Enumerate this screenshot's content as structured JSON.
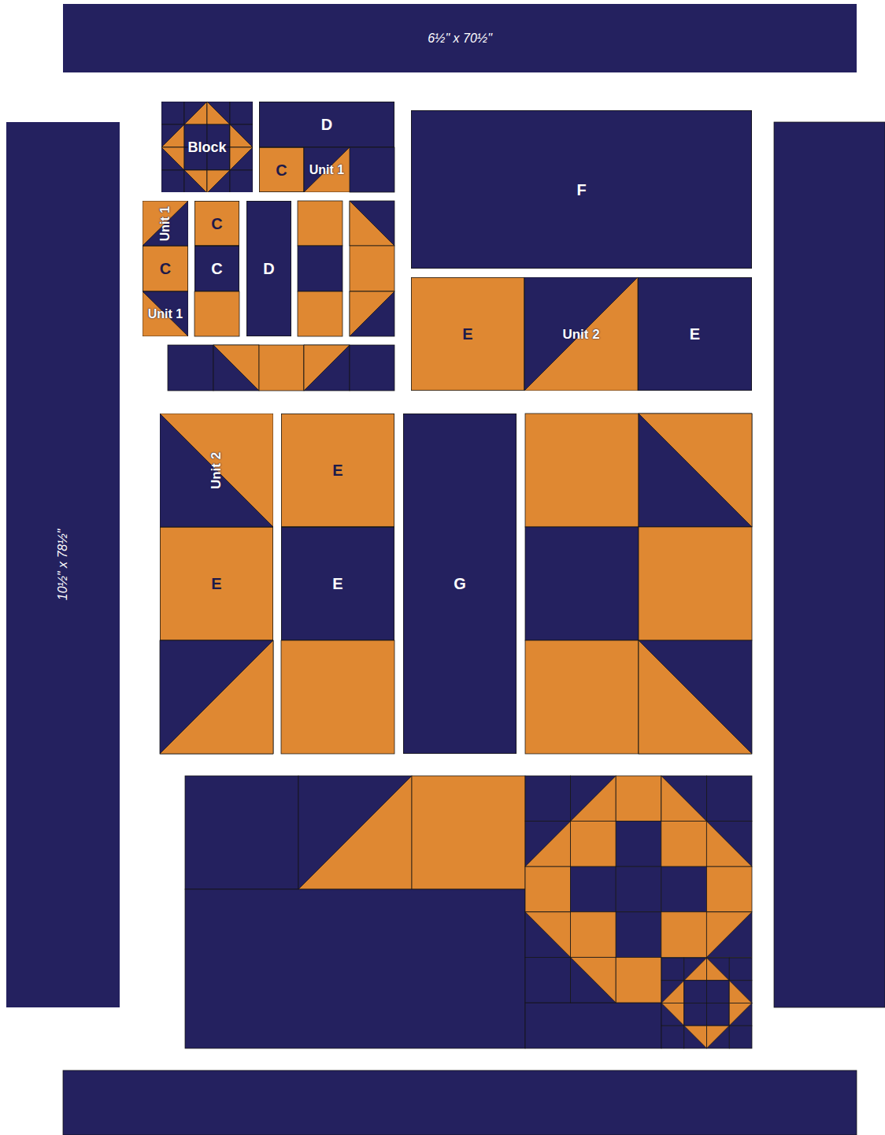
{
  "diagram": {
    "nodes": [
      {
        "text": [
          "6½\" x 70½\""
        ]
      },
      {
        "text": [
          "10½\" x 78½\""
        ]
      },
      {
        "text": [
          "Block"
        ]
      },
      {
        "text": [
          "D"
        ]
      },
      {
        "text": [
          "C"
        ]
      },
      {
        "text": [
          "Unit 1"
        ]
      },
      {
        "text": [
          "Unit 1"
        ]
      },
      {
        "text": [
          "C"
        ]
      },
      {
        "text": [
          "Unit 1"
        ]
      },
      {
        "text": [
          "C"
        ]
      },
      {
        "text": [
          "C"
        ]
      },
      {
        "text": [
          "D"
        ]
      },
      {
        "text": [
          "F"
        ]
      },
      {
        "text": [
          "E"
        ]
      },
      {
        "text": [
          "Unit 2"
        ]
      },
      {
        "text": [
          "E"
        ]
      },
      {
        "text": [
          "Unit 2"
        ]
      },
      {
        "text": [
          "E"
        ]
      },
      {
        "text": [
          "E"
        ]
      },
      {
        "text": [
          "E"
        ]
      },
      {
        "text": [
          "G"
        ]
      }
    ]
  }
}
